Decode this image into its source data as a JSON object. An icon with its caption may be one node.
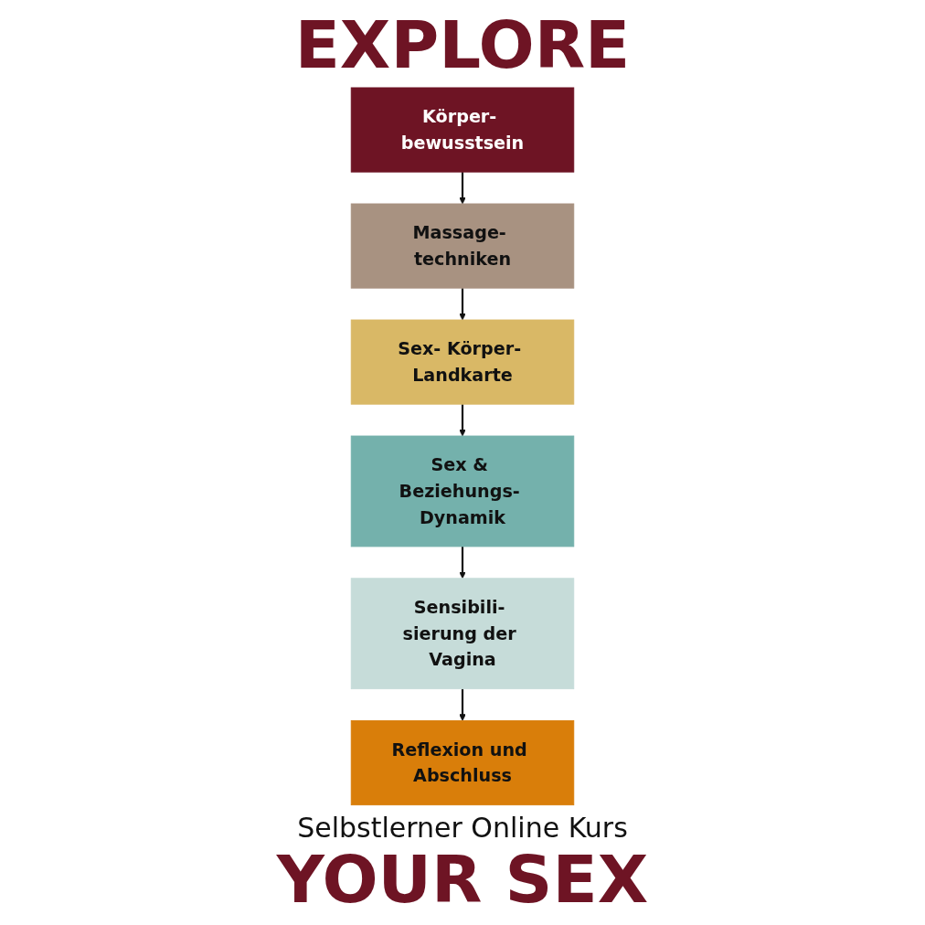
{
  "diagram": {
    "title": "EXPLORE",
    "nodes": [
      {
        "text": [
          "Körper- bewusstsein"
        ]
      },
      {
        "text": [
          "Massage- techniken"
        ]
      },
      {
        "text": [
          "Sex- Körper- Landkarte"
        ]
      },
      {
        "text": [
          "Sex & Beziehungs- Dynamik"
        ]
      },
      {
        "text": [
          "Sensibili- sierung der Vagina"
        ]
      },
      {
        "text": [
          "Reflexion und Abschluss"
        ]
      }
    ],
    "edges": [
      {
        "from": 0,
        "to": 1,
        "arrow": "to"
      },
      {
        "from": 1,
        "to": 2,
        "arrow": "to"
      },
      {
        "from": 2,
        "to": 3,
        "arrow": "to"
      },
      {
        "from": 3,
        "to": 4,
        "arrow": "to"
      },
      {
        "from": 4,
        "to": 5,
        "arrow": "to"
      }
    ],
    "labels": [
      "Selbstlerner Online Kurs",
      "YOUR SEX"
    ]
  }
}
